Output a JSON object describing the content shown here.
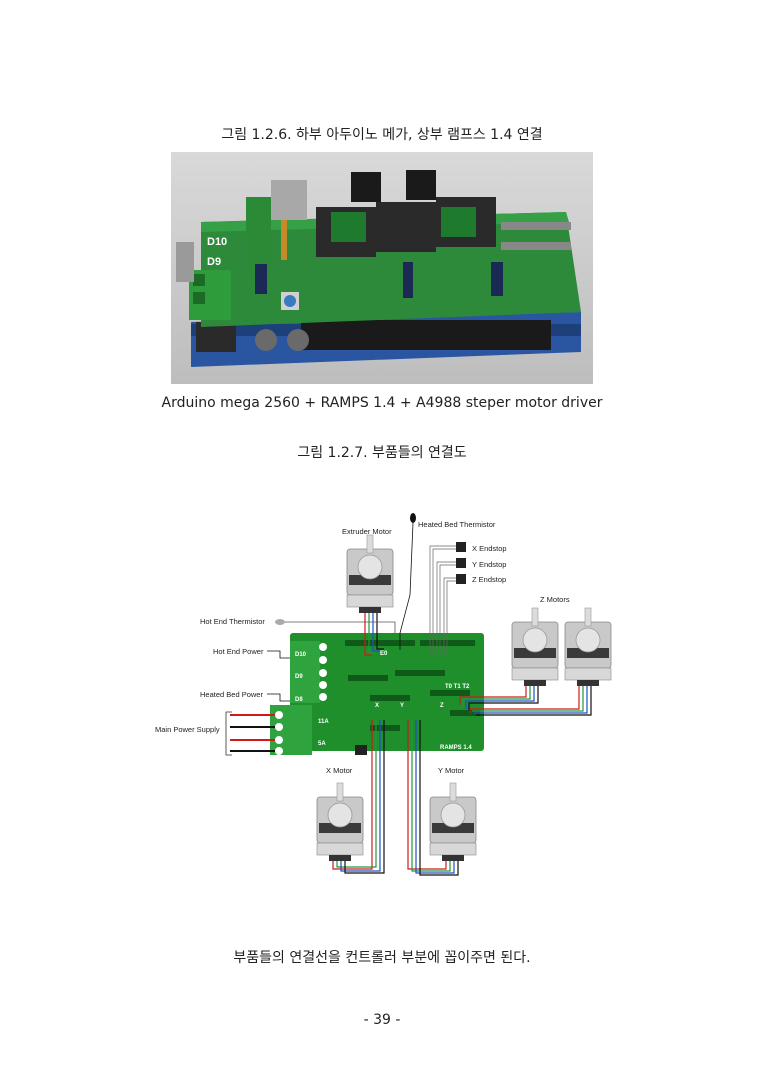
{
  "figure1": {
    "caption": "그림 1.2.6. 하부 아두이노 메가, 상부 램프스 1.4 연결",
    "photo_caption": "Arduino mega 2560 + RAMPS 1.4 + A4988 steper motor driver",
    "board_labels": {
      "d10": "D10",
      "d9": "D9"
    }
  },
  "figure2": {
    "caption": "그림 1.2.7. 부품들의 연결도",
    "labels": {
      "extruder_motor": "Extruder Motor",
      "heated_bed_thermistor": "Heated Bed Thermistor",
      "x_endstop": "X Endstop",
      "y_endstop": "Y Endstop",
      "z_endstop": "Z Endstop",
      "z_motors": "Z Motors",
      "hot_end_thermistor": "Hot End Thermistor",
      "hot_end_power": "Hot End Power",
      "heated_bed_power": "Heated Bed Power",
      "main_power_supply": "Main Power Supply",
      "x_motor": "X Motor",
      "y_motor": "Y Motor"
    },
    "board": {
      "d10": "D10",
      "d9": "D9",
      "d8": "D8",
      "fuse_11a": "11A",
      "fuse_5a": "5A",
      "name": "RAMPS 1.4",
      "e0": "E0",
      "t_labels": "T0  T1  T2",
      "x": "X",
      "y": "Y",
      "z": "Z"
    },
    "colors": {
      "board": "#1f8f2c",
      "motor_body": "#cfcfcf",
      "wire_red": "#d01a1a",
      "wire_green": "#1f9a3c",
      "wire_blue": "#2050c8",
      "wire_black": "#111111"
    }
  },
  "note": "부품들의 연결선을 컨트롤러 부분에 꼽이주면 된다.",
  "page_number": "- 39 -"
}
